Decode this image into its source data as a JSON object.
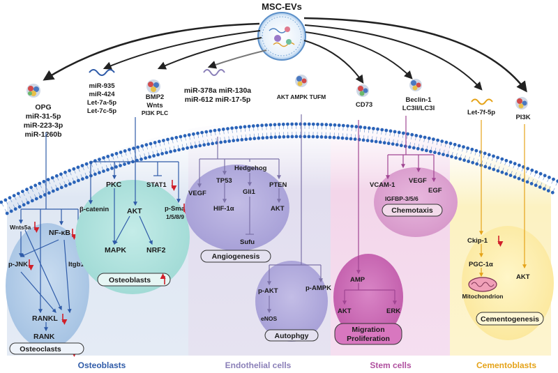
{
  "source": {
    "label": "MSC-EVs"
  },
  "cargo": {
    "opg_group": {
      "lines": [
        "OPG",
        "miR-31-5p",
        "miR-223-3p",
        "miR-1260b"
      ]
    },
    "mirna_group": {
      "lines": [
        "miR-935",
        "miR-424",
        "Let-7a-5p",
        "Let-7c-5p"
      ]
    },
    "bmp_group": {
      "lines": [
        "BMP2",
        "Wnts",
        "PI3K PLC"
      ]
    },
    "angio_mirna": {
      "lines": [
        "miR-378a miR-130a",
        "miR-612 miR-17-5p"
      ]
    },
    "akt_ampk_tufm": {
      "label": "AKT AMPK TUFM"
    },
    "cd73": {
      "label": "CD73"
    },
    "beclin": {
      "lines": [
        "Beclin-1",
        "LC3II/LC3I"
      ]
    },
    "let7f": {
      "label": "Let-7f-5p"
    },
    "pi3k": {
      "label": "PI3K"
    }
  },
  "osteoclast_panel": {
    "nodes": {
      "wnt5a": "Wnts5a",
      "nfkb": "NF-κB",
      "pjnk": "p-JNK",
      "itgb1": "Itgb1",
      "rankl": "RANKL",
      "rank": "RANK"
    },
    "outcome": "Osteoclasts"
  },
  "osteoblast_panel": {
    "nodes": {
      "bcatenin": "β-catenin",
      "pkc": "PKC",
      "akt": "AKT",
      "stat1": "STAT1",
      "psmad": "p-Smad",
      "psmad_sub": "1/5/8/9",
      "mapk": "MAPK",
      "nrf2": "NRF2"
    },
    "outcome": "Osteoblasts"
  },
  "angiogenesis_panel": {
    "nodes": {
      "vegf": "VEGF",
      "tp53": "TP53",
      "hif": "HIF-1α",
      "hedgehog": "Hedgehog",
      "gli1": "Gli1",
      "sufu": "Sufu",
      "pten": "PTEN",
      "akt": "AKT"
    },
    "outcome": "Angiogenesis"
  },
  "autophagy_panel": {
    "nodes": {
      "pakt": "p-AKT",
      "enos": "eNOS",
      "pampk": "p-AMPK"
    },
    "outcome": "Autophgy"
  },
  "chemotaxis_panel": {
    "nodes": {
      "vcam": "VCAM-1",
      "vegf": "VEGF",
      "egf": "EGF",
      "igfbp": "IGFBP-3/5/6"
    },
    "outcome": "Chemotaxis"
  },
  "migration_panel": {
    "nodes": {
      "amp": "AMP",
      "akt": "AKT",
      "erk": "ERK"
    },
    "outcome_lines": [
      "Migration",
      "Proliferation"
    ]
  },
  "cemento_panel": {
    "nodes": {
      "ckip": "Ckip-1",
      "pgc": "PGC-1α",
      "mito": "Mitochondrion",
      "akt": "AKT"
    },
    "outcome": "Cementogenesis"
  },
  "columns": {
    "osteoblasts": "Osteoblasts",
    "endothelial": "Endothelial cells",
    "stem": "Stem cells",
    "cemento": "Cementoblasts"
  },
  "colors": {
    "osteo_blue": "#2f5ba8",
    "endo_purple": "#8a7fb8",
    "stem_magenta": "#b0509f",
    "cemento_gold": "#e5a319",
    "membrane_blue": "#2a63b8",
    "down_arrow": "#d0202a"
  }
}
